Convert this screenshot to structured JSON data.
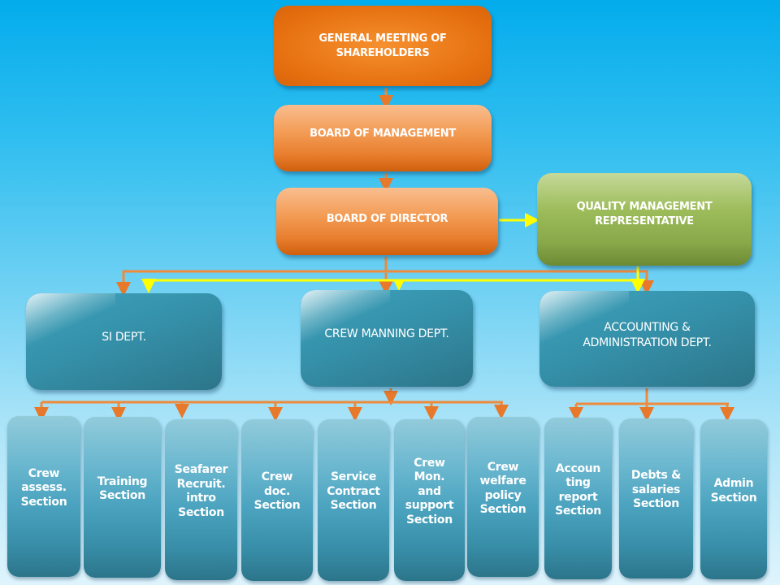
{
  "top": {
    "general_meeting": "GENERAL MEETING OF SHAREHOLDERS",
    "board_management": "BOARD OF MANAGEMENT",
    "board_director": "BOARD OF DIRECTOR",
    "quality_rep": "QUALITY MANAGEMENT REPRESENTATIVE"
  },
  "departments": [
    {
      "label": "SI DEPT."
    },
    {
      "label": "CREW MANNING DEPT."
    },
    {
      "label": "ACCOUNTING & ADMINISTRATION DEPT."
    }
  ],
  "sections": [
    {
      "label": "Crew assess. Section",
      "dept": "CREW MANNING DEPT."
    },
    {
      "label": "Training Section",
      "dept": "CREW MANNING DEPT."
    },
    {
      "label": "Seafarer Recruit. intro Section",
      "dept": "CREW MANNING DEPT."
    },
    {
      "label": "Crew doc. Section",
      "dept": "CREW MANNING DEPT."
    },
    {
      "label": "Service Contract Section",
      "dept": "CREW MANNING DEPT."
    },
    {
      "label": "Crew Mon. and support Section",
      "dept": "CREW MANNING DEPT."
    },
    {
      "label": "Crew welfare policy Section",
      "dept": "CREW MANNING DEPT."
    },
    {
      "label": "Accoun ting report Section",
      "dept": "ACCOUNTING & ADMINISTRATION DEPT."
    },
    {
      "label": "Debts & salaries Section",
      "dept": "ACCOUNTING & ADMINISTRATION DEPT."
    },
    {
      "label": "Admin Section",
      "dept": "ACCOUNTING & ADMINISTRATION DEPT."
    }
  ],
  "colors": {
    "orange_connector": "#ee8a3c",
    "yellow_connector": "#ffff00",
    "dept_teal": "#3591aa",
    "quality_green": "#9dbc5a",
    "governance_orange": "#e6700f"
  }
}
